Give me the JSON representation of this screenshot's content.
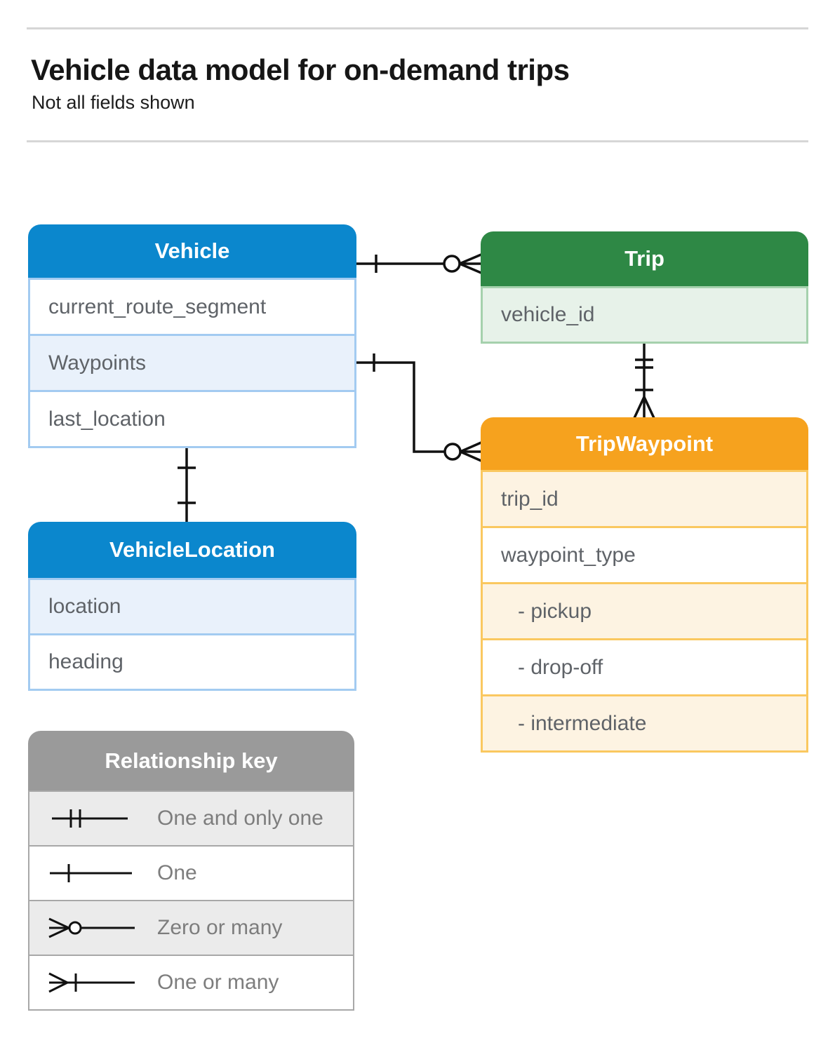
{
  "page": {
    "title": "Vehicle data model for on-demand trips",
    "subtitle": "Not all fields shown"
  },
  "colors": {
    "blue_header": "#0b87cd",
    "blue_tint": "#e9f1fb",
    "blue_border": "#a3cbf1",
    "green_header": "#2e8845",
    "green_tint": "#e7f2e9",
    "green_border": "#a5d1ad",
    "orange_header": "#f6a21e",
    "orange_tint": "#fdf3e2",
    "orange_border": "#fac860",
    "gray_header": "#9a9a9a",
    "gray_tint": "#ebebeb",
    "row_text": "#5f6368",
    "legend_text": "#7d7d7d",
    "line_color": "#111111"
  },
  "tables": {
    "vehicle": {
      "title": "Vehicle",
      "rows": [
        "current_route_segment",
        "Waypoints",
        "last_location"
      ]
    },
    "trip": {
      "title": "Trip",
      "rows": [
        "vehicle_id"
      ]
    },
    "trip_waypoint": {
      "title": "TripWaypoint",
      "rows": [
        "trip_id",
        "waypoint_type",
        "- pickup",
        "- drop-off",
        "- intermediate"
      ]
    },
    "vehicle_location": {
      "title": "VehicleLocation",
      "rows": [
        "location",
        "heading"
      ]
    }
  },
  "relationships": [
    {
      "from": "Vehicle",
      "to": "Trip",
      "from_cardinality": "one",
      "to_cardinality": "zero-or-many"
    },
    {
      "from": "Vehicle.Waypoints",
      "to": "TripWaypoint",
      "from_cardinality": "one",
      "to_cardinality": "zero-or-many"
    },
    {
      "from": "Trip",
      "to": "TripWaypoint",
      "from_cardinality": "one-and-only-one",
      "to_cardinality": "one-or-many"
    },
    {
      "from": "Vehicle",
      "to": "VehicleLocation",
      "from_cardinality": "one",
      "to_cardinality": "one"
    }
  ],
  "legend": {
    "title": "Relationship key",
    "items": [
      {
        "symbol": "one-and-only-one",
        "label": "One and only one"
      },
      {
        "symbol": "one",
        "label": "One"
      },
      {
        "symbol": "zero-or-many",
        "label": "Zero or many"
      },
      {
        "symbol": "one-or-many",
        "label": "One or many"
      }
    ]
  }
}
